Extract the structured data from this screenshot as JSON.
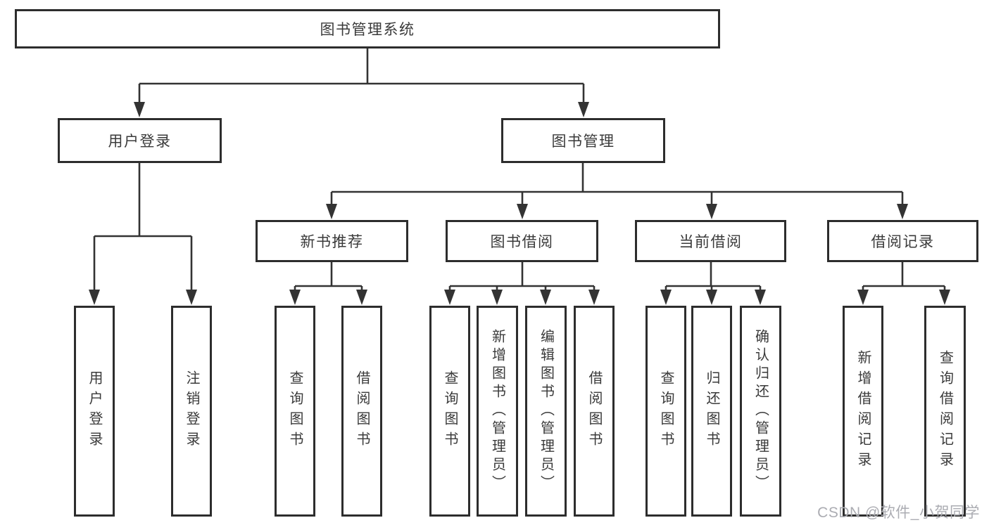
{
  "diagram_title": "图书管理系统",
  "colors": {
    "border": "#2d2d2d",
    "line": "#333333",
    "text": "#3a3a3a",
    "watermark": "#abacb2"
  },
  "nodes": {
    "root": {
      "label": "图书管理系统"
    },
    "level2": [
      {
        "id": "user-login",
        "label": "用户登录"
      },
      {
        "id": "book-management",
        "label": "图书管理"
      }
    ],
    "level3": [
      {
        "id": "new-book-recommend",
        "label": "新书推荐",
        "parent": "图书管理"
      },
      {
        "id": "book-borrow",
        "label": "图书借阅",
        "parent": "图书管理"
      },
      {
        "id": "current-borrow",
        "label": "当前借阅",
        "parent": "图书管理"
      },
      {
        "id": "borrow-records",
        "label": "借阅记录",
        "parent": "图书管理"
      }
    ],
    "leaves": [
      {
        "label": "用户登录",
        "parent": "用户登录"
      },
      {
        "label": "注销登录",
        "parent": "用户登录"
      },
      {
        "label": "查询图书",
        "parent": "新书推荐"
      },
      {
        "label": "借阅图书",
        "parent": "新书推荐"
      },
      {
        "label": "查询图书",
        "parent": "图书借阅"
      },
      {
        "label": "新增图书（管理员）",
        "parent": "图书借阅"
      },
      {
        "label": "编辑图书（管理员）",
        "parent": "图书借阅"
      },
      {
        "label": "借阅图书",
        "parent": "图书借阅"
      },
      {
        "label": "查询图书",
        "parent": "当前借阅"
      },
      {
        "label": "归还图书",
        "parent": "当前借阅"
      },
      {
        "label": "确认归还（管理员）",
        "parent": "当前借阅"
      },
      {
        "label": "新增借阅记录",
        "parent": "借阅记录"
      },
      {
        "label": "查询借阅记录",
        "parent": "借阅记录"
      }
    ]
  },
  "watermark": "CSDN @软件_小贺同学"
}
